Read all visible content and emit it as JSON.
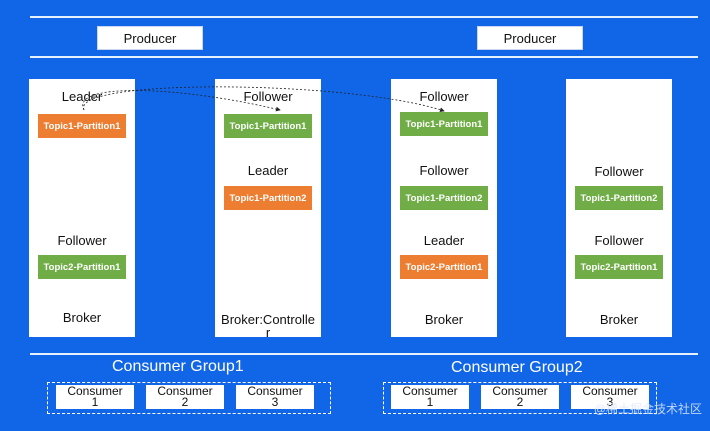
{
  "producers": [
    "Producer",
    "Producer"
  ],
  "brokers": [
    {
      "label": "Broker",
      "roles": [
        "Leader",
        "Follower"
      ],
      "partitions": [
        {
          "name": "Topic1-Partition1",
          "color": "#ed7d31"
        },
        {
          "name": "Topic2-Partition1",
          "color": "#70ad47"
        }
      ]
    },
    {
      "label": "Broker:Controller",
      "roles": [
        "Follower",
        "Leader"
      ],
      "partitions": [
        {
          "name": "Topic1-Partition1",
          "color": "#70ad47"
        },
        {
          "name": "Topic1-Partition2",
          "color": "#ed7d31"
        }
      ]
    },
    {
      "label": "Broker",
      "roles": [
        "Follower",
        "Follower",
        "Leader"
      ],
      "partitions": [
        {
          "name": "Topic1-Partition1",
          "color": "#70ad47"
        },
        {
          "name": "Topic1-Partition2",
          "color": "#70ad47"
        },
        {
          "name": "Topic2-Partition1",
          "color": "#ed7d31"
        }
      ]
    },
    {
      "label": "Broker",
      "roles": [
        "Follower",
        "Follower"
      ],
      "partitions": [
        {
          "name": "Topic1-Partition2",
          "color": "#70ad47"
        },
        {
          "name": "Topic2-Partition1",
          "color": "#70ad47"
        }
      ]
    }
  ],
  "consumer_groups": [
    {
      "title": "Consumer Group1",
      "consumers": [
        {
          "line1": "Consumer",
          "line2": "1"
        },
        {
          "line1": "Consumer",
          "line2": "2"
        },
        {
          "line1": "Consumer",
          "line2": "3"
        }
      ]
    },
    {
      "title": "Consumer Group2",
      "consumers": [
        {
          "line1": "Consumer",
          "line2": "1"
        },
        {
          "line1": "Consumer",
          "line2": "2"
        },
        {
          "line1": "Consumer",
          "line2": "3"
        }
      ]
    }
  ],
  "watermark": "@稀土掘金技术社区",
  "colors": {
    "background": "#1166e8",
    "leader": "#ed7d31",
    "follower": "#70ad47"
  }
}
